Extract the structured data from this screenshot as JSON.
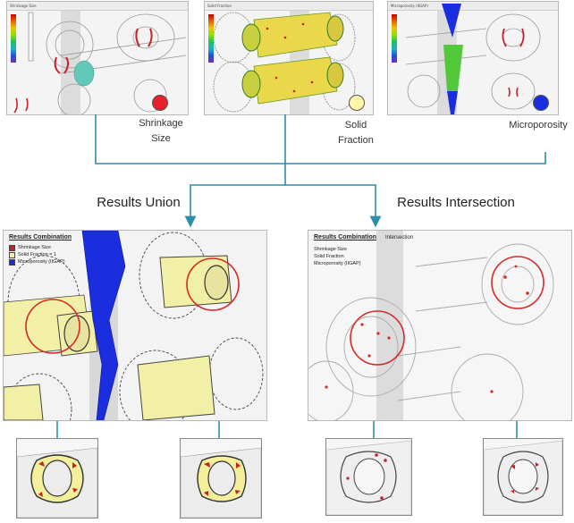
{
  "top_panels": [
    {
      "header": "Shrinkage Size",
      "legend_label": "Shrinkage Size",
      "dot_color": "#e8202a"
    },
    {
      "header": "Solid Fraction",
      "legend_label": "Solid Fraction",
      "dot_color": "#fff6a8"
    },
    {
      "header": "Microporosity (IIGAP)",
      "legend_label": "Microporosity",
      "dot_color": "#1a2ee0"
    }
  ],
  "labels": {
    "shrinkage_line1": "Shrinkage",
    "shrinkage_line2": "Size",
    "solid_line1": "Solid",
    "solid_line2": "Fraction",
    "micro": "Microporosity",
    "union": "Results Union",
    "intersection": "Results Intersection"
  },
  "union_panel": {
    "title": "Results Combination",
    "legend": [
      {
        "label": "Shrinkage Size",
        "color": "#c8202a"
      },
      {
        "label": "Solid Fraction = 1",
        "color": "#f4f0a8"
      },
      {
        "label": "Microporosity (IIGAP)",
        "color": "#1a2ee0"
      }
    ]
  },
  "intersection_panel": {
    "title": "Results Combination",
    "mode": "Intersection",
    "legend": [
      {
        "label": "Shrinkage Size"
      },
      {
        "label": "Solid Fraction"
      },
      {
        "label": "Microporosity (IIGAP)"
      }
    ]
  },
  "colors": {
    "connector": "#2a8fa8",
    "highlight_circle": "#d42a2a",
    "solid_part": "#f2efa6",
    "micro_blue": "#1a2ee0",
    "micro_green": "#52c83a"
  }
}
